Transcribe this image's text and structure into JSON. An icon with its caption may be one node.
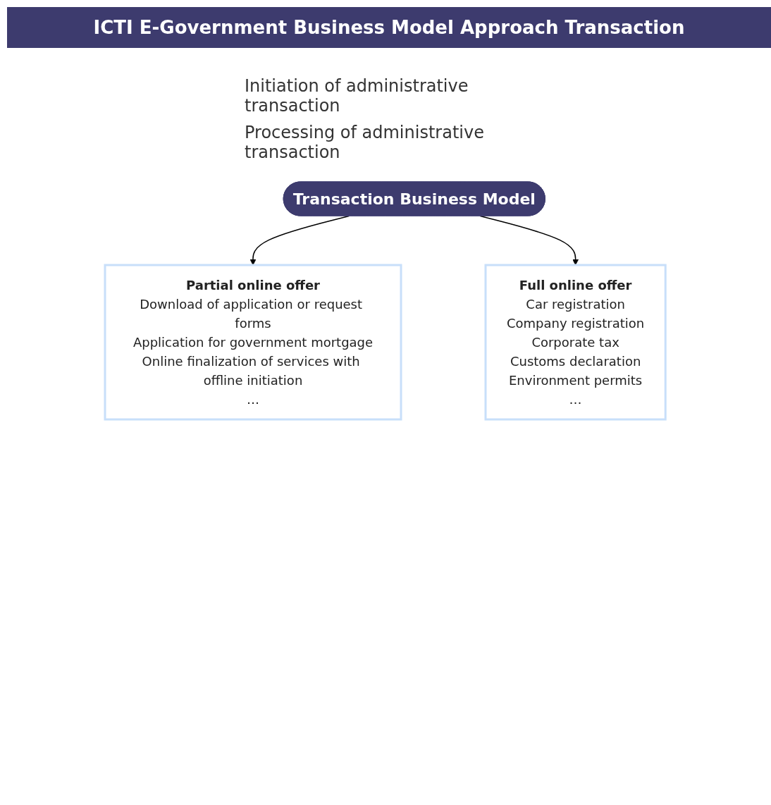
{
  "diagram": {
    "title": "ICTI E-Government Business Model Approach Transaction",
    "nodes": [
      {
        "text": [
          "Transaction Business Model"
        ]
      },
      {
        "text": [
          "Partial online offer",
          "Download of application or request forms",
          "Application for government mortgage",
          "Online finalization of services with offline initiation",
          "…"
        ]
      },
      {
        "text": [
          "Full online offer",
          "Car registration",
          "Company registration",
          "Corporate tax",
          "Customs declaration",
          "Environment permits",
          "…"
        ]
      }
    ],
    "edges": [
      {
        "from": 0,
        "to": 1,
        "arrow": "to"
      },
      {
        "from": 0,
        "to": 2,
        "arrow": "to"
      }
    ],
    "labels": [
      "Initiation of administrative transaction",
      "Processing of administrative transaction"
    ]
  }
}
